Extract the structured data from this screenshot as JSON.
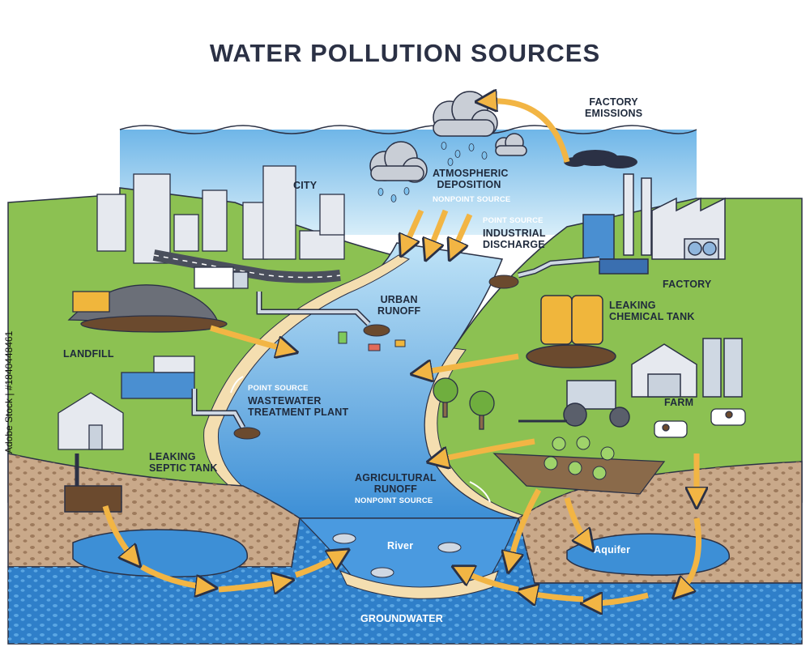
{
  "title": "WATER POLLUTION SOURCES",
  "labels": {
    "city": "CITY",
    "atmospheric_deposition": "ATMOSPHERIC DEPOSITION",
    "atmospheric_nonpoint": "NONPOINT SOURCE",
    "factory_emissions_1": "FACTORY",
    "factory_emissions_2": "EMISSIONS",
    "industrial_point": "POINT SOURCE",
    "industrial_discharge_1": "INDUSTRIAL",
    "industrial_discharge_2": "DISCHARGE",
    "factory": "FACTORY",
    "urban_runoff_1": "URBAN",
    "urban_runoff_2": "RUNOFF",
    "landfill": "LANDFILL",
    "leaking_chemical_tank_1": "LEAKING",
    "leaking_chemical_tank_2": "CHEMICAL TANK",
    "wastewater_point": "POINT SOURCE",
    "wastewater_1": "WASTEWATER",
    "wastewater_2": "TREATMENT PLANT",
    "farm": "FARM",
    "septic_1": "LEAKING",
    "septic_2": "SEPTIC TANK",
    "agricultural_1": "AGRICULTURAL",
    "agricultural_2": "RUNOFF",
    "agricultural_nonpoint": "NONPOINT SOURCE",
    "river": "River",
    "aquifer": "Aquifer",
    "groundwater": "GROUNDWATER"
  },
  "watermark": "Adobe Stock | #1840448461",
  "colors": {
    "sky": "#a9d8f2",
    "grass": "#8cc152",
    "grass_dark": "#6fae3e",
    "soil": "#c9a98a",
    "water": "#3d8fd6",
    "groundwater": "#2f7fc9",
    "arrow": "#f2b544",
    "sand": "#f4deb0",
    "outline": "#2b3145"
  }
}
